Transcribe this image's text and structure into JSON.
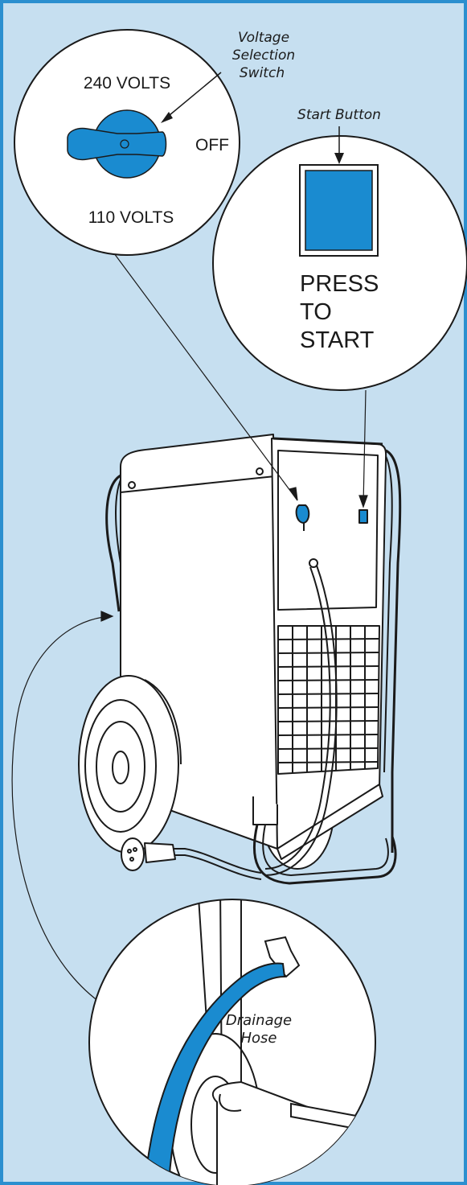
{
  "colors": {
    "background": "#c6dff0",
    "border": "#2b8fcf",
    "accent_blue": "#1a8bd0",
    "line": "#1a1a1a",
    "white": "#ffffff"
  },
  "voltage_callout": {
    "title_line1": "Voltage",
    "title_line2": "Selection",
    "title_line3": "Switch",
    "label_240": "240 VOLTS",
    "label_off": "OFF",
    "label_110": "110 VOLTS"
  },
  "start_callout": {
    "title": "Start Button",
    "press_line1": "PRESS",
    "press_line2": "TO",
    "press_line3": "START"
  },
  "hose_callout": {
    "title_line1": "Drainage",
    "title_line2": "Hose"
  }
}
